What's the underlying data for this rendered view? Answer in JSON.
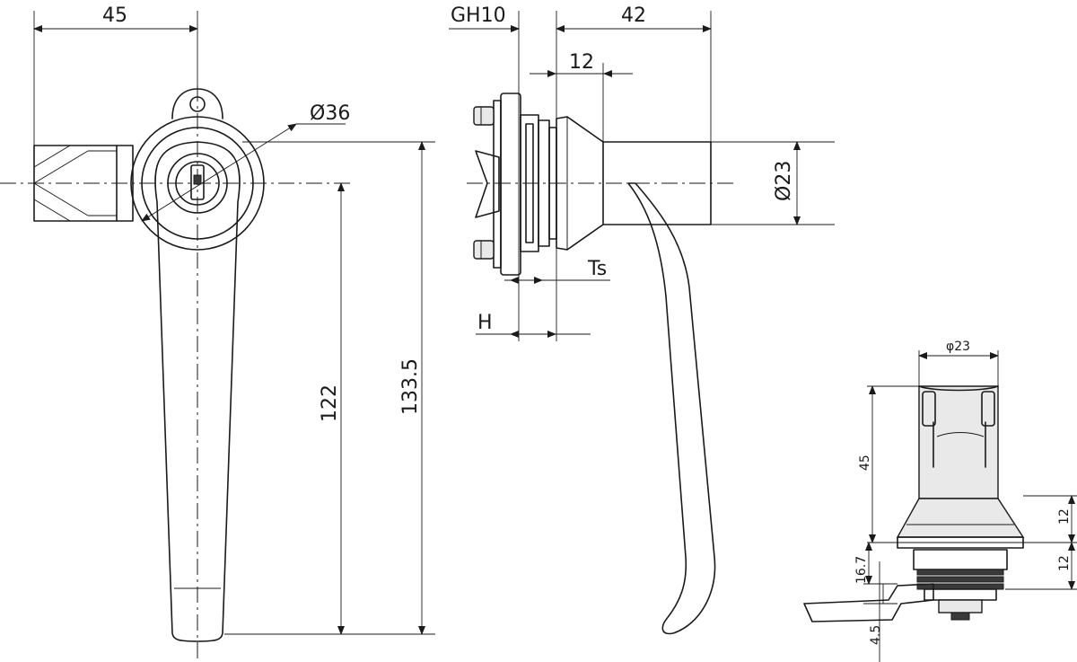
{
  "front_view": {
    "width_dim": "45",
    "head_diameter": "Ø36",
    "handle_length": "122",
    "total_length": "133.5"
  },
  "side_view": {
    "door_gap": "GH10",
    "depth": "42",
    "collar": "12",
    "shaft_diameter": "Ø23",
    "sheet_thickness": "Ts",
    "height": "H"
  },
  "detail_view": {
    "diameter": "φ23",
    "height": "45",
    "upper": "12",
    "lower": "12",
    "offset": "16.7",
    "cam": "4.5"
  }
}
